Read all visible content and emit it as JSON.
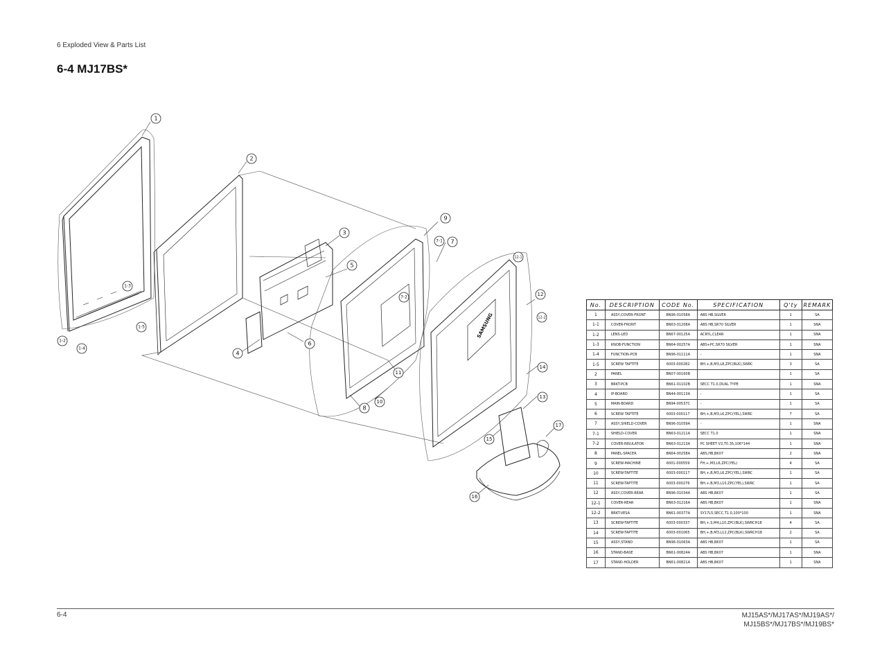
{
  "header": {
    "section": "6 Exploded View & Parts List"
  },
  "title": "6-4 MJ17BS*",
  "callouts": [
    "1",
    "1-2",
    "1-3",
    "1-4",
    "1-5",
    "2",
    "3",
    "4",
    "5",
    "6",
    "7",
    "7-1",
    "7-2",
    "8",
    "9",
    "10",
    "11",
    "12",
    "12-1",
    "12-2",
    "13",
    "14",
    "15",
    "16",
    "17"
  ],
  "diagram_text": {
    "brand": "SAMSUNG"
  },
  "parts_table": {
    "headers": [
      "No.",
      "DESCRIPTION",
      "CODE No.",
      "SPECIFICATION",
      "Q'ty",
      "REMARK"
    ],
    "rows": [
      [
        "1",
        "ASSY,COVER-FRONT",
        "BN96-01058A",
        "ABS HB,SILVER",
        "1",
        "SA"
      ],
      [
        "1-1",
        "COVER-FRONT",
        "BN63-01208A",
        "ABS HB,SR70 SILVER",
        "1",
        "SNA"
      ],
      [
        "1-2",
        "LENS-LED",
        "BN67-00125A",
        "ACRYL,CLEAR",
        "1",
        "SNA"
      ],
      [
        "1-3",
        "KNOB-FUNCTION",
        "BN64-00257A",
        "ABS+PC,SR70 SILVER",
        "1",
        "SNA"
      ],
      [
        "1-4",
        "FUNCTION-PCB",
        "BN96-01111A",
        "-",
        "1",
        "SNA"
      ],
      [
        "1-5",
        "SCREW TAPTITE",
        "6003-000282",
        "BH,+,B,M3,L8,ZPC(BLK),SWRC",
        "3",
        "SA"
      ],
      [
        "2",
        "PANEL",
        "BN07-00160B",
        "",
        "1",
        "SA"
      ],
      [
        "3",
        "BRKT-PCB",
        "BN61-01102B",
        "SECC T1.0,DUAL TYPE",
        "1",
        "SNA"
      ],
      [
        "4",
        "IP-BOARD",
        "BN44-00113A",
        "-",
        "1",
        "SA"
      ],
      [
        "5",
        "MAIN-BOARD",
        "BN94-00537C",
        "-",
        "1",
        "SA"
      ],
      [
        "6",
        "SCREW TAPTITE",
        "6003-000117",
        "BH,+,B,M3,L6,ZPC(YEL),SWRC",
        "7",
        "SA"
      ],
      [
        "7",
        "ASSY,SHIELD-COVER",
        "BN96-01059A",
        "-",
        "1",
        "SNA"
      ],
      [
        "7-1",
        "SHIELD-COVER",
        "BN63-01211A",
        "SECC T1.0",
        "1",
        "SNA"
      ],
      [
        "7-2",
        "COVER-INSULATOR",
        "BN63-01213A",
        "PC SHEET V2,T0.35,106*144",
        "1",
        "SNA"
      ],
      [
        "8",
        "PANEL-SPACER",
        "BN64-00258A",
        "ABS,HB,BK07",
        "2",
        "SNA"
      ],
      [
        "9",
        "SCREW-MACHINE",
        "6001-000559",
        "FH,+,M3,L6,ZPC(YEL)",
        "4",
        "SA"
      ],
      [
        "10",
        "SCREW-TAPTITE",
        "6003-000117",
        "BH,+,B,M3,L6,ZPC(YEL),SWRC",
        "1",
        "SA"
      ],
      [
        "11",
        "SCREW-TAPTITE",
        "6003-000276",
        "BH,+,B,M3,L10,ZPC(YEL),SWRC",
        "1",
        "SA"
      ],
      [
        "12",
        "ASSY,COVER-REAR",
        "BN96-01034A",
        "ABS HB,BK07",
        "1",
        "SA"
      ],
      [
        "12-1",
        "COVER-REAR",
        "BN63-01216A",
        "ABS HB,BK07",
        "1",
        "SNA"
      ],
      [
        "12-2",
        "BRKT-VESA",
        "BN61-00377A",
        "SY17L5,SECC,T1.0,100*100",
        "1",
        "SNA"
      ],
      [
        "13",
        "SCREW-TAPTITE",
        "6003-000337",
        "BH,+,S,M4,L10,ZPC(BLK),SWRCH18",
        "4",
        "SA"
      ],
      [
        "14",
        "SCREW-TAPTITE",
        "6003-001065",
        "BH,+,B,M3,L12,ZPC(BLK),SWRCH18",
        "2",
        "SA"
      ],
      [
        "15",
        "ASSY,STAND",
        "BN96-01063A",
        "ABS HB,BK07",
        "1",
        "SA"
      ],
      [
        "16",
        "STAND-BASE",
        "BN61-00824A",
        "ABS HB,BK07",
        "1",
        "SNA"
      ],
      [
        "17",
        "STAND-HOLDER",
        "BN61-00821A",
        "ABS HB,BK07",
        "1",
        "SNA"
      ]
    ]
  },
  "footer": {
    "page": "6-4",
    "models_line1": "MJ15AS*/MJ17AS*/MJ19AS*/",
    "models_line2": "MJ15BS*/MJ17BS*/MJ19BS*"
  }
}
